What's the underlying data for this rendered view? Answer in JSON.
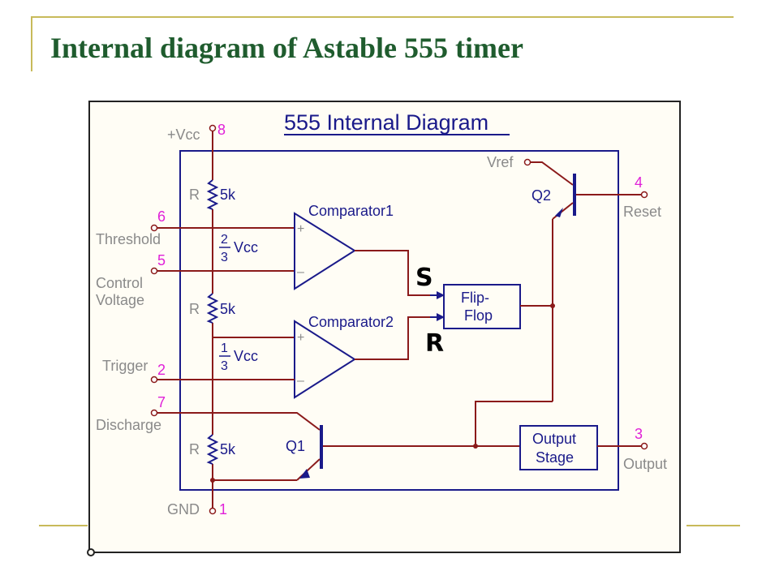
{
  "slide": {
    "title": "Internal diagram of Astable 555 timer"
  },
  "diagram": {
    "header": "555 Internal Diagram",
    "vcc_label": "+Vcc",
    "gnd_label": "GND",
    "vref_label": "Vref",
    "pins": [
      {
        "number": "8",
        "name": "+Vcc"
      },
      {
        "number": "6",
        "name": "Threshold"
      },
      {
        "number": "5",
        "name": "Control"
      },
      {
        "number": "2",
        "name": "Trigger"
      },
      {
        "number": "7",
        "name": "Discharge"
      },
      {
        "number": "1",
        "name": "GND"
      },
      {
        "number": "4",
        "name": "Reset"
      },
      {
        "number": "3",
        "name": "Output"
      }
    ],
    "control_line2": "Voltage",
    "resistor_label": "R",
    "resistor_value": "5k",
    "comparator1": "Comparator1",
    "comparator2": "Comparator2",
    "plus": "+",
    "minus": "–",
    "frac_top_1": "2",
    "frac_top_2": "1",
    "frac_bottom": "3",
    "vcc_text": "Vcc",
    "flipflop_line1": "Flip-",
    "flipflop_line2": "Flop",
    "output_stage_line1": "Output",
    "output_stage_line2": "Stage",
    "q1": "Q1",
    "q2": "Q2",
    "set_mark": "S",
    "reset_mark": "R"
  },
  "colors": {
    "title": "#1f5c2e",
    "accent_lines": "#c8ba5a",
    "wires": "#8b1a1a",
    "blocks": "#1a1a8a",
    "pin_numbers": "#e020d8",
    "pin_labels": "#8a8a8a",
    "diagram_background": "#fffdf5"
  }
}
